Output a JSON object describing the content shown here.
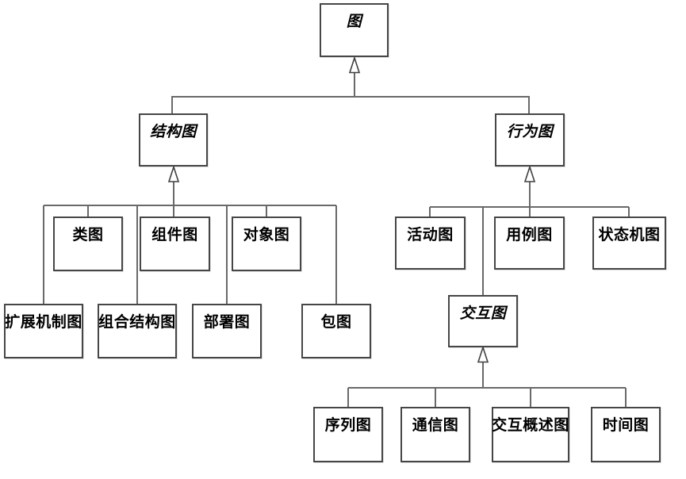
{
  "diagram": {
    "kind": "uml-diagram-taxonomy-tree",
    "colors": {
      "background": "#ffffff",
      "connector_line": "#696969",
      "node_border": "#464646",
      "node_fill": "#ffffff",
      "text": "#000000"
    },
    "nodes": {
      "root": {
        "label": "图",
        "style": "abstract"
      },
      "structure": {
        "label": "结构图",
        "style": "abstract"
      },
      "behavior": {
        "label": "行为图",
        "style": "abstract"
      },
      "interaction": {
        "label": "交互图",
        "style": "abstract"
      },
      "class": {
        "label": "类图",
        "style": "concrete"
      },
      "component": {
        "label": "组件图",
        "style": "concrete"
      },
      "object": {
        "label": "对象图",
        "style": "concrete"
      },
      "extension_mechanism": {
        "label": "扩展机制图",
        "style": "concrete"
      },
      "composite_structure": {
        "label": "组合结构图",
        "style": "concrete"
      },
      "deployment": {
        "label": "部署图",
        "style": "concrete"
      },
      "package": {
        "label": "包图",
        "style": "concrete"
      },
      "activity": {
        "label": "活动图",
        "style": "concrete"
      },
      "use_case": {
        "label": "用例图",
        "style": "concrete"
      },
      "state_machine": {
        "label": "状态机图",
        "style": "concrete"
      },
      "sequence": {
        "label": "序列图",
        "style": "concrete"
      },
      "communication": {
        "label": "通信图",
        "style": "concrete"
      },
      "interaction_overview": {
        "label": "交互概述图",
        "style": "concrete"
      },
      "timing": {
        "label": "时间图",
        "style": "concrete"
      }
    },
    "edges": [
      {
        "from": "structure",
        "to": "root",
        "type": "generalization"
      },
      {
        "from": "behavior",
        "to": "root",
        "type": "generalization"
      },
      {
        "from": "class",
        "to": "structure",
        "type": "generalization"
      },
      {
        "from": "component",
        "to": "structure",
        "type": "generalization"
      },
      {
        "from": "object",
        "to": "structure",
        "type": "generalization"
      },
      {
        "from": "extension_mechanism",
        "to": "structure",
        "type": "generalization"
      },
      {
        "from": "composite_structure",
        "to": "structure",
        "type": "generalization"
      },
      {
        "from": "deployment",
        "to": "structure",
        "type": "generalization"
      },
      {
        "from": "package",
        "to": "structure",
        "type": "generalization"
      },
      {
        "from": "activity",
        "to": "behavior",
        "type": "generalization"
      },
      {
        "from": "use_case",
        "to": "behavior",
        "type": "generalization"
      },
      {
        "from": "state_machine",
        "to": "behavior",
        "type": "generalization"
      },
      {
        "from": "interaction",
        "to": "behavior",
        "type": "generalization"
      },
      {
        "from": "sequence",
        "to": "interaction",
        "type": "generalization"
      },
      {
        "from": "communication",
        "to": "interaction",
        "type": "generalization"
      },
      {
        "from": "interaction_overview",
        "to": "interaction",
        "type": "generalization"
      },
      {
        "from": "timing",
        "to": "interaction",
        "type": "generalization"
      }
    ]
  }
}
